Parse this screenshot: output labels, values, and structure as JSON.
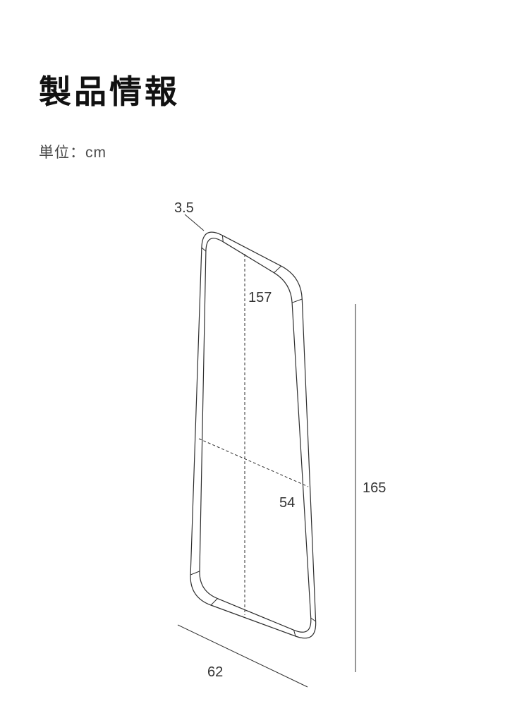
{
  "header": {
    "title": "製品情報",
    "unit_label": "単位：cm"
  },
  "diagram": {
    "product": "mirror-dimension-drawing",
    "unit": "cm",
    "dimensions": {
      "frame_thickness": "3.5",
      "inner_height": "157",
      "inner_width": "54",
      "outer_height": "165",
      "outer_width": "62"
    },
    "colors": {
      "line": "#2e2e2e",
      "dimension_text": "#333333",
      "title_text": "#111111",
      "unit_text": "#4a4a4a",
      "background": "#ffffff"
    }
  }
}
